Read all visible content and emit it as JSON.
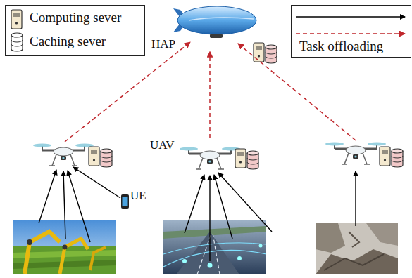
{
  "diagram": {
    "nodes": [
      {
        "text": [
          "HAP"
        ]
      },
      {
        "text": [
          "UAV"
        ]
      }
    ],
    "edges": [
      {
        "from": 1,
        "to": 0,
        "arrow": "to"
      }
    ],
    "labels": [
      "UE"
    ],
    "legend": [
      {
        "text": "Computing sever"
      },
      {
        "text": "Caching sever"
      },
      {
        "text": "Task offloading"
      }
    ]
  }
}
